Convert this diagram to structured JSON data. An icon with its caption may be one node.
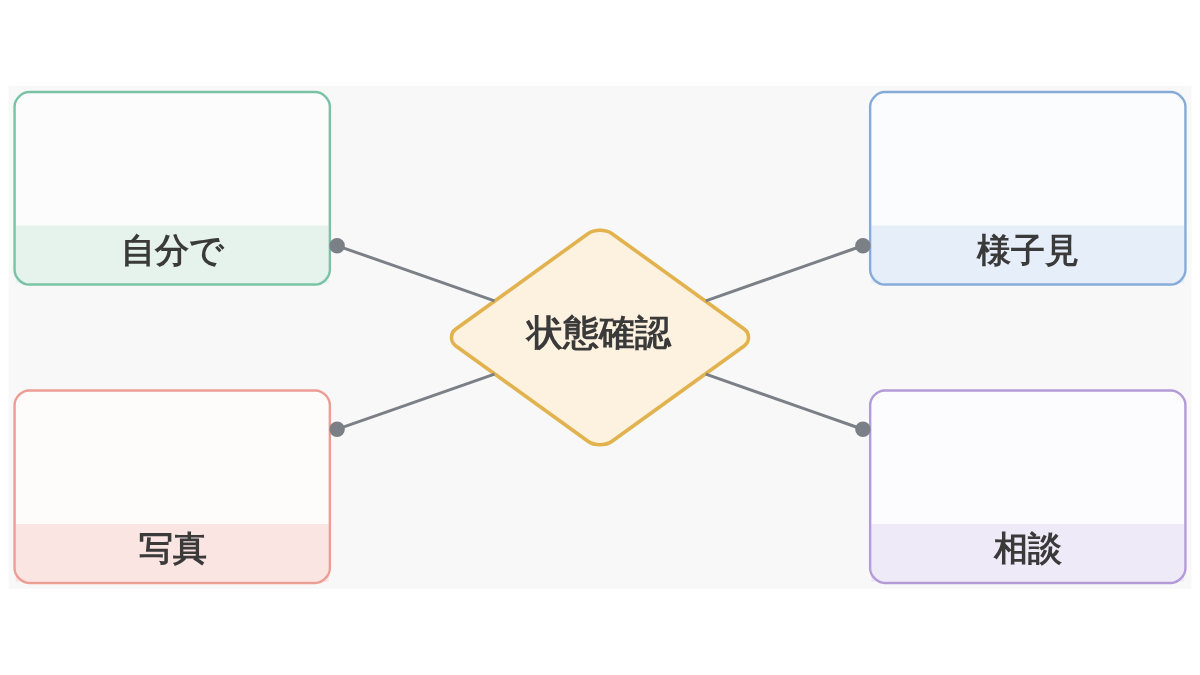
{
  "diagram": {
    "nodes": [
      {
        "text": [
          "自分で"
        ]
      },
      {
        "text": [
          "様子見"
        ]
      },
      {
        "text": [
          "状態確認"
        ]
      },
      {
        "text": [
          "写真"
        ]
      },
      {
        "text": [
          "相談"
        ]
      }
    ],
    "edges": [
      {
        "from": 2,
        "to": 0,
        "arrow": "other"
      },
      {
        "from": 2,
        "to": 1,
        "arrow": "other"
      },
      {
        "from": 2,
        "to": 3,
        "arrow": "other"
      },
      {
        "from": 2,
        "to": 4,
        "arrow": "other"
      }
    ]
  }
}
